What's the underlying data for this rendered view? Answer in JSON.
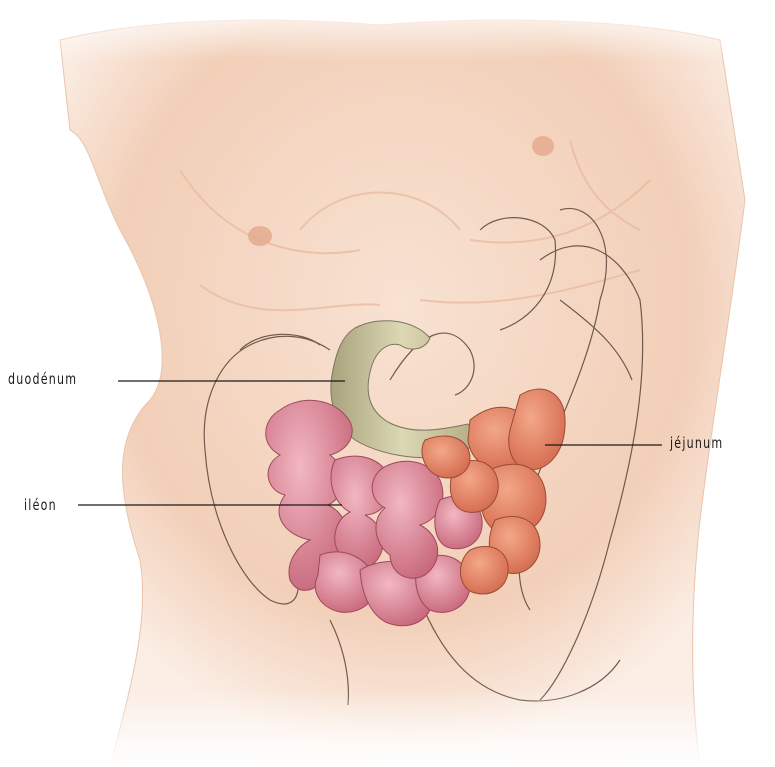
{
  "labels": {
    "duodenum": "duodénum",
    "ileum": "iléon",
    "jejunum": "jéjunum"
  },
  "colors": {
    "skin": "#f6dccb",
    "skin_shadow": "#eab89c",
    "duodenum": "#c9c49a",
    "ileum": "#e08a98",
    "jejunum": "#e8876a",
    "outline": "#5a4538",
    "leader": "#1a1a1a"
  }
}
